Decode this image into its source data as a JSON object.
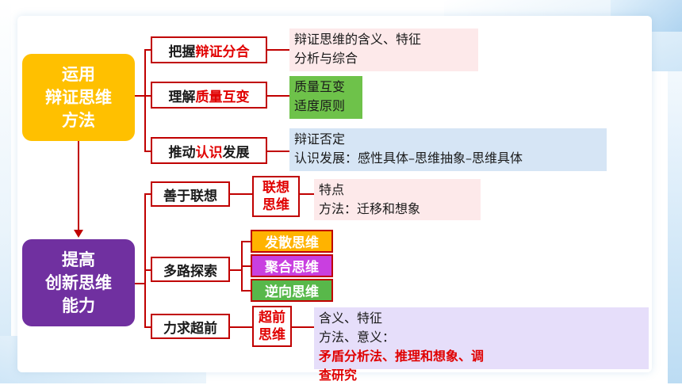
{
  "central": {
    "top": [
      "运用",
      "辩证思维",
      "方法"
    ],
    "bottom": [
      "提高",
      "创新思维",
      "能力"
    ]
  },
  "branches": {
    "b1": {
      "pre": "把握",
      "hl": "辩证分合",
      "post": ""
    },
    "b2": {
      "pre": "理解",
      "hl": "质量互变",
      "post": ""
    },
    "b3": {
      "pre": "推动",
      "hl": "认识",
      "post": "发展"
    },
    "b4": {
      "label": "善于联想"
    },
    "b5": {
      "label": "多路探索"
    },
    "b6": {
      "label": "力求超前"
    }
  },
  "sub": {
    "lianxiang": [
      "联想",
      "思维"
    ],
    "chaoqian": [
      "超前",
      "思维"
    ],
    "tags": [
      "发散思维",
      "聚合思维",
      "逆向思维"
    ]
  },
  "info": {
    "i1": [
      "辩证思维的含义、特征",
      "分析与综合"
    ],
    "i2": [
      "质量互变",
      "适度原则"
    ],
    "i3": [
      "辩证否定",
      "认识发展：感性具体–思维抽象–思维具体"
    ],
    "i4": [
      "特点",
      "方法：迁移和想象"
    ],
    "i6_line1": "含义、特征",
    "i6_line2_pre": "方法、意义：",
    "i6_line2_red": "矛盾分析法、推理和想象、调",
    "i6_line3_red": "查研究"
  },
  "colors": {
    "yellow": "#ffc000",
    "purple": "#7030a0",
    "red": "#c00000",
    "highlight": "#e00000"
  }
}
